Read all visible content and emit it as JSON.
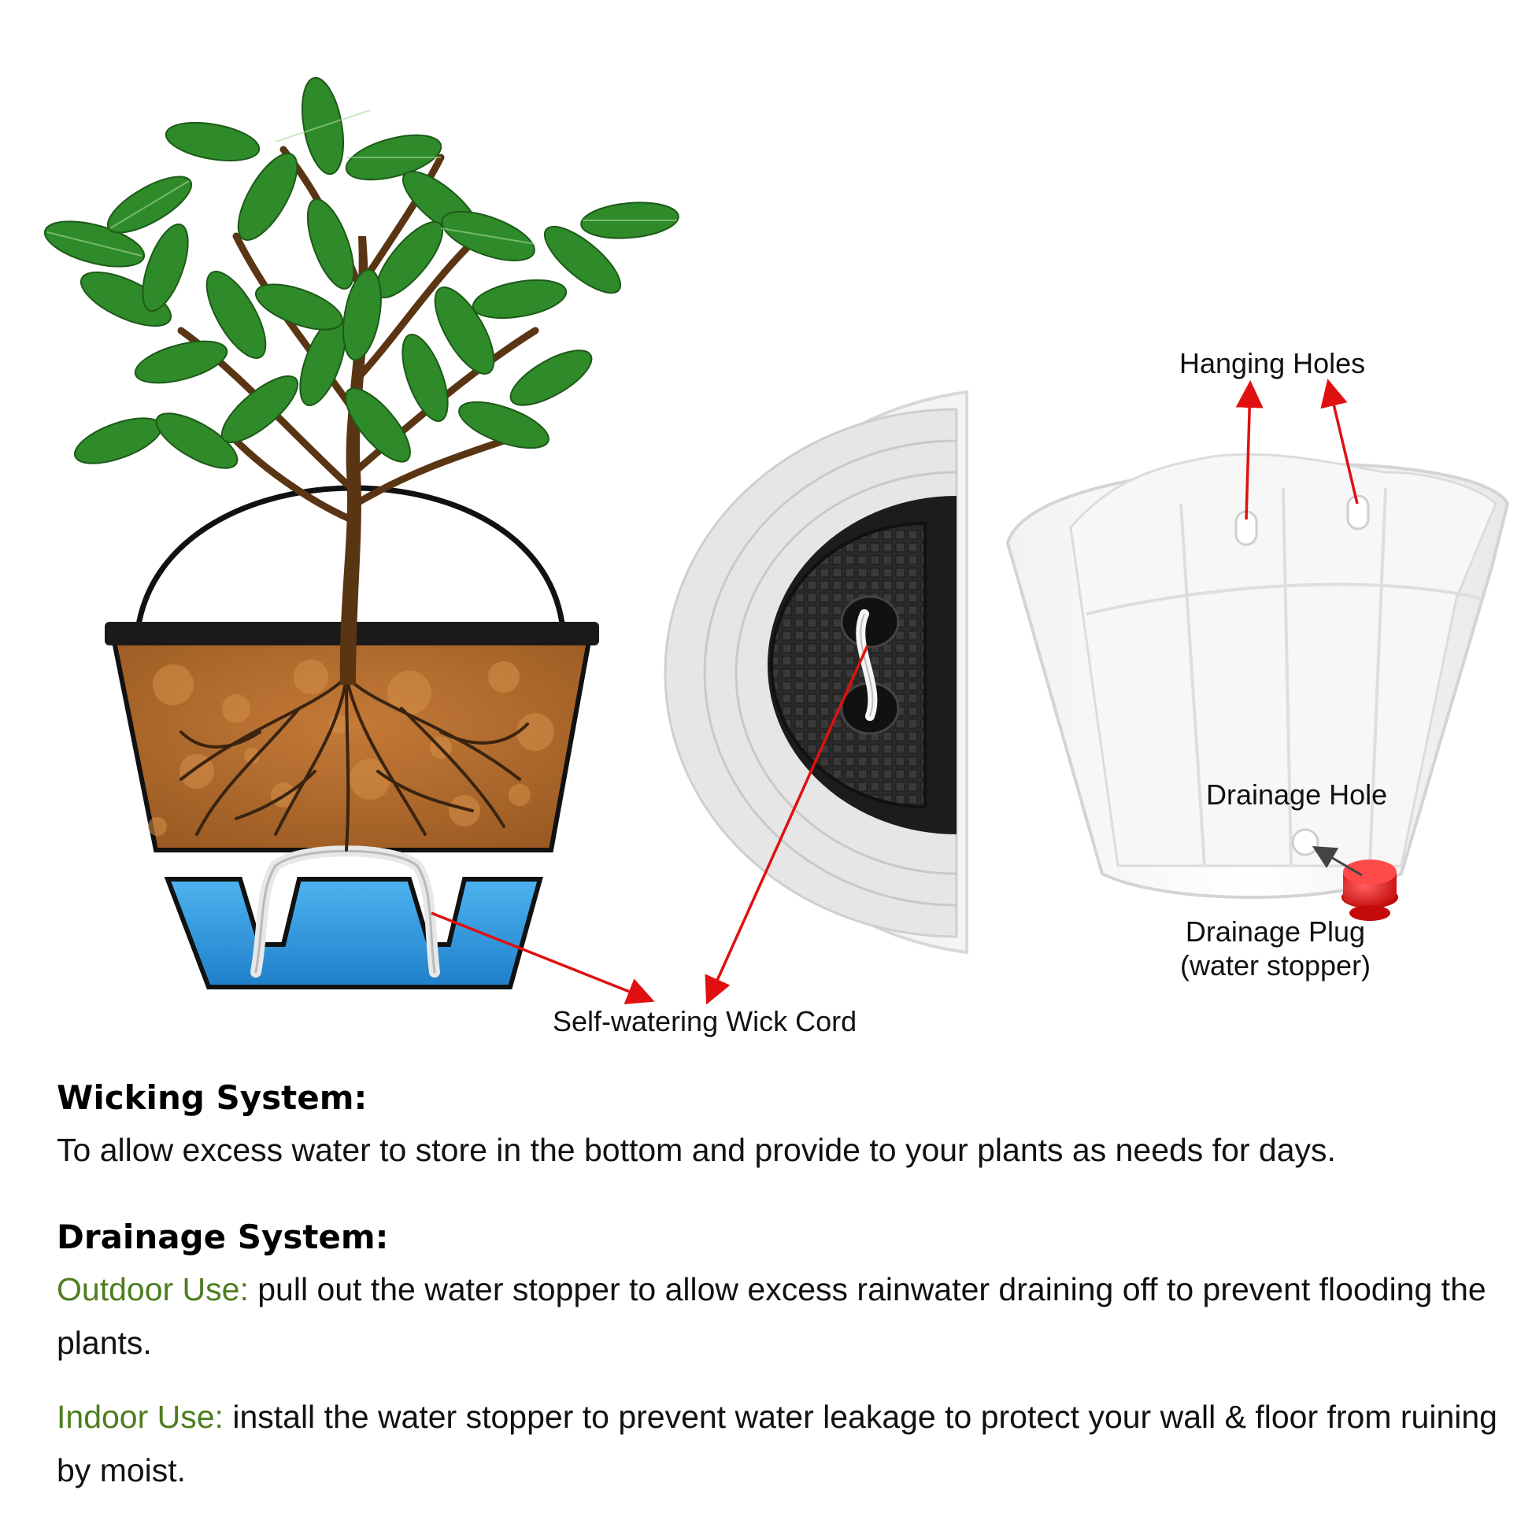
{
  "labels": {
    "hanging_holes": "Hanging Holes",
    "drainage_hole": "Drainage Hole",
    "drainage_plug_line1": "Drainage Plug",
    "drainage_plug_line2": "(water stopper)",
    "wick_cord": "Self-watering Wick Cord"
  },
  "wicking": {
    "heading": "Wicking System:",
    "text": "To allow excess water to store in the bottom and provide to your plants as needs for days."
  },
  "drainage": {
    "heading": "Drainage System:",
    "outdoor_label": "Outdoor Use:",
    "outdoor_text": " pull out the water stopper to allow excess rainwater draining off to prevent flooding the plants.",
    "indoor_label": "Indoor Use:",
    "indoor_text": " install the water stopper to prevent water leakage to protect your wall & floor from ruining by moist."
  },
  "colors": {
    "arrow": "#e01010",
    "accent_green": "#4e7d1f",
    "water": "#2f9be0",
    "soil": "#b26a2c",
    "plug": "#e01515"
  }
}
